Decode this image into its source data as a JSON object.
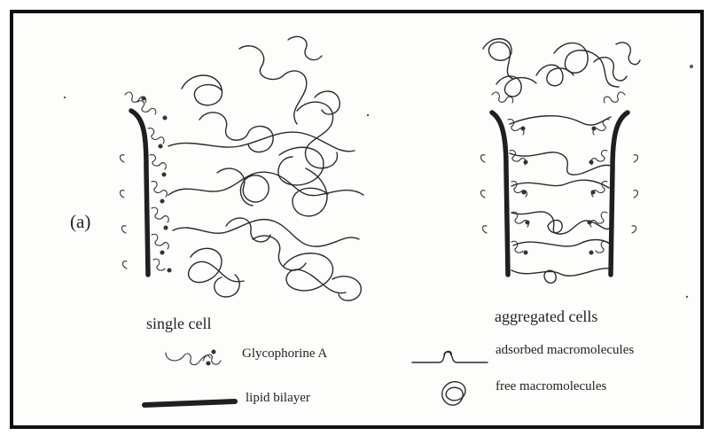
{
  "panel_label": "(a)",
  "captions": {
    "single": "single cell",
    "aggregated": "aggregated cells"
  },
  "legend": [
    {
      "key": "glycophorine",
      "label": "Glycophorine A"
    },
    {
      "key": "lipid",
      "label": "lipid bilayer"
    },
    {
      "key": "adsorbed",
      "label": "adsorbed macromolecules"
    },
    {
      "key": "free",
      "label": "free macromolecules"
    }
  ]
}
